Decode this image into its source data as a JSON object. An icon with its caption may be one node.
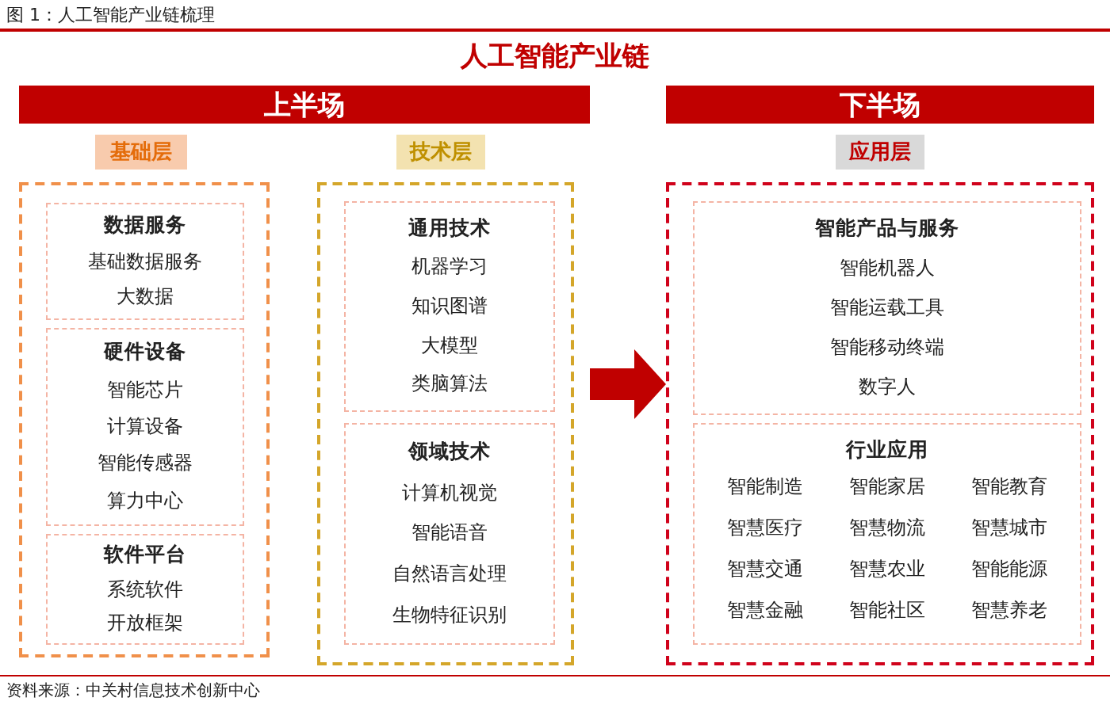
{
  "diagram": {
    "title": "人工智能产业链",
    "caption": "资料来源：中关村信息技术创新中心",
    "nodes": [
      {
        "text": [
          "上半场"
        ]
      },
      {
        "text": [
          "下半场"
        ]
      },
      {
        "text": [
          "基础层"
        ]
      },
      {
        "text": [
          "技术层"
        ]
      },
      {
        "text": [
          "应用层"
        ]
      },
      {
        "text": [],
        "shape": "box"
      },
      {
        "text": [
          "数据服务",
          "基础数据服务",
          "大数据"
        ],
        "in": 5
      },
      {
        "text": [
          "硬件设备",
          "智能芯片",
          "计算设备",
          "智能传感器",
          "算力中心"
        ],
        "in": 5
      },
      {
        "text": [
          "软件平台",
          "系统软件",
          "开放框架"
        ],
        "in": 5
      },
      {
        "text": [],
        "shape": "box"
      },
      {
        "text": [
          "通用技术",
          "机器学习",
          "知识图谱",
          "大模型",
          "类脑算法"
        ],
        "in": 9
      },
      {
        "text": [
          "领域技术",
          "计算机视觉",
          "智能语音",
          "自然语言处理",
          "生物特征识别"
        ],
        "in": 9
      },
      {
        "text": [],
        "shape": "box"
      },
      {
        "text": [
          "智能产品与服务",
          "智能机器人",
          "智能运载工具",
          "智能移动终端",
          "数字人"
        ],
        "in": 12
      },
      {
        "text": [
          "行业应用",
          "智能制造",
          "智能家居",
          "智能教育",
          "智慧医疗",
          "智慧物流",
          "智慧城市",
          "智慧交通",
          "智慧农业",
          "智能能源",
          "智慧金融",
          "智能社区",
          "智慧养老"
        ],
        "in": 12
      }
    ],
    "edges": [
      {
        "from": 9,
        "to": 12,
        "arrow": "to",
        "color": "#c00000"
      }
    ],
    "labels": [
      "图 1：人工智能产业链梳理"
    ]
  }
}
